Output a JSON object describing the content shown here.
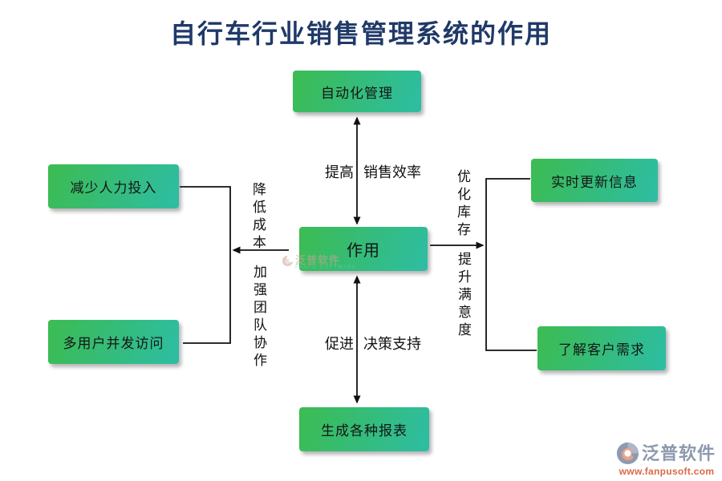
{
  "title": "自行车行业销售管理系统的作用",
  "center_node": "作用",
  "nodes": {
    "top": "自动化管理",
    "left_top": "减少人力投入",
    "left_bottom": "多用户并发访问",
    "right_top": "实时更新信息",
    "right_bottom": "了解客户需求",
    "bottom": "生成各种报表"
  },
  "edge_labels": {
    "top_left": "提高",
    "top_right": "销售效率",
    "bottom_left": "促进",
    "bottom_right": "决策支持",
    "left_upper": "降低成本",
    "left_lower": "加强团队协作",
    "right_upper": "优化库存",
    "right_lower": "提升满意度"
  },
  "watermark": {
    "text": "泛普软件",
    "subtext": "FANPU SOFTWARE"
  },
  "brand": {
    "name": "泛普软件",
    "url": "www.fanpusoft.com"
  },
  "colors": {
    "title": "#1f3968",
    "node_gradient_start": "#3cbc51",
    "node_gradient_end": "#2dbda4",
    "connector_line": "#111111",
    "brand_name": "#8e99ae",
    "brand_url": "#d96a45"
  },
  "icons": {
    "brand_logo": "fanpu-swoosh-icon",
    "watermark_logo": "fanpu-swoosh-icon"
  }
}
